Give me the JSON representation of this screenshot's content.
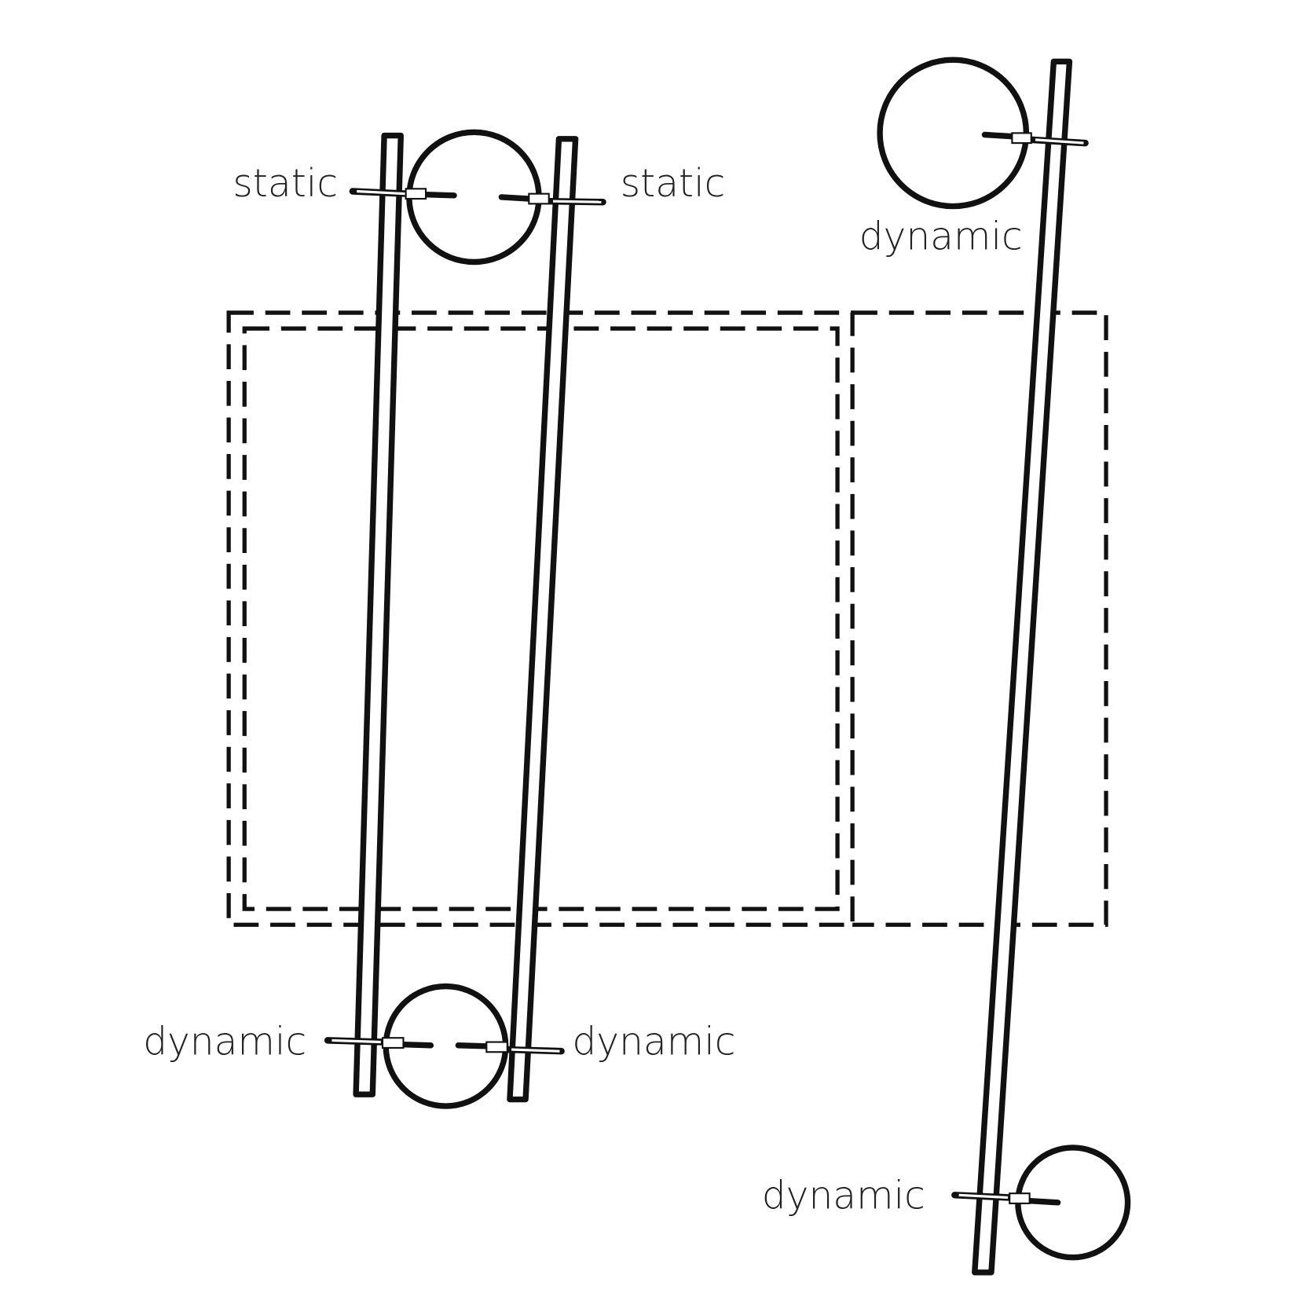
{
  "labels": {
    "top_left": "static",
    "top_right": "static",
    "upper_far_right": "dynamic",
    "bottom_left": "dynamic",
    "bottom_right": "dynamic",
    "lower_far_right": "dynamic"
  },
  "colors": {
    "stroke": "#111111",
    "background": "#ffffff"
  }
}
